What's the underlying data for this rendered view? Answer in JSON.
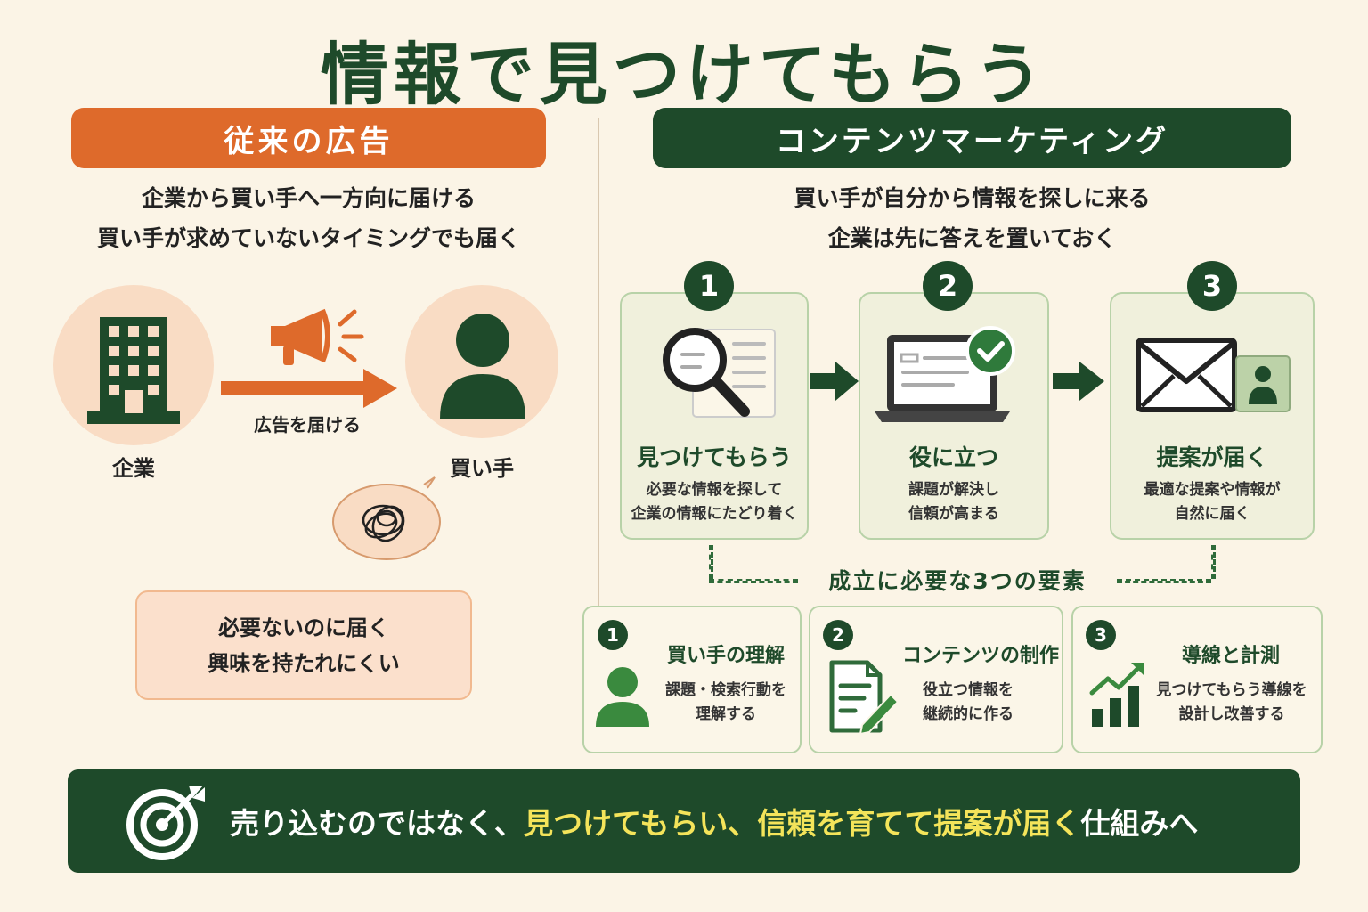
{
  "title": "情報で見つけてもらう",
  "traditional": {
    "header": "従来の広告",
    "desc_lines": [
      "企業から買い手へ一方向に届ける",
      "買い手が求めていないタイミングでも届く"
    ],
    "company_label": "企業",
    "arrow_label": "広告を届ける",
    "buyer_label": "買い手",
    "negative_lines": [
      "必要ないのに届く",
      "興味を持たれにくい"
    ]
  },
  "content_marketing": {
    "header": "コンテンツマーケティング",
    "desc_lines": [
      "買い手が自分から情報を探しに来る",
      "企業は先に答えを置いておく"
    ],
    "steps": [
      {
        "num": "1",
        "title": "見つけてもらう",
        "desc_lines": [
          "必要な情報を探して",
          "企業の情報にたどり着く"
        ]
      },
      {
        "num": "2",
        "title": "役に立つ",
        "desc_lines": [
          "課題が解決し",
          "信頼が高まる"
        ]
      },
      {
        "num": "3",
        "title": "提案が届く",
        "desc_lines": [
          "最適な提案や情報が",
          "自然に届く"
        ]
      }
    ],
    "elements_label": "成立に必要な3つの要素",
    "elements": [
      {
        "num": "1",
        "title": "買い手の理解",
        "desc_lines": [
          "課題・検索行動を",
          "理解する"
        ]
      },
      {
        "num": "2",
        "title": "コンテンツの制作",
        "desc_lines": [
          "役立つ情報を",
          "継続的に作る"
        ]
      },
      {
        "num": "3",
        "title": "導線と計測",
        "desc_lines": [
          "見つけてもらう導線を",
          "設計し改善する"
        ]
      }
    ]
  },
  "banner": {
    "part1": "売り込むのではなく、",
    "part2": "見つけてもらい、信頼を育てて提案が届く",
    "part3": "仕組みへ"
  },
  "colors": {
    "background": "#fbf4e6",
    "dark_green": "#1e4a2a",
    "orange": "#de6a2b",
    "highlight": "#f4e45a"
  },
  "icons": [
    "building-icon",
    "megaphone-icon",
    "person-icon",
    "tangle-icon",
    "magnifier-document-icon",
    "laptop-check-icon",
    "envelope-profile-icon",
    "person-icon",
    "document-pen-icon",
    "growth-chart-icon",
    "target-icon"
  ]
}
